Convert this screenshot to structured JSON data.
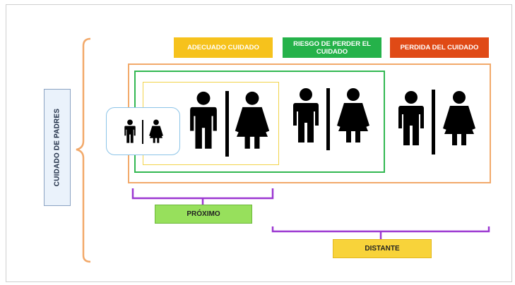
{
  "side_label": "CUIDADO DE PADRES",
  "headers": [
    {
      "text": "ADECUADO CUIDADO",
      "color": "#f6c21c"
    },
    {
      "text": "RIESGO DE PERDER EL CUIDADO",
      "color": "#25b24a"
    },
    {
      "text": "PERDIDA DEL CUIDADO",
      "color": "#e04a16"
    }
  ],
  "proximity": {
    "label": "PRÓXIMO"
  },
  "distance": {
    "label": "DISTANTE"
  },
  "colors": {
    "orange": "#f2a96a",
    "green": "#32b852",
    "yellow": "#f2d34a",
    "purple": "#9b37d1",
    "child_box": "#8cc4e8"
  },
  "icons": [
    "man-icon",
    "woman-icon",
    "divider"
  ]
}
